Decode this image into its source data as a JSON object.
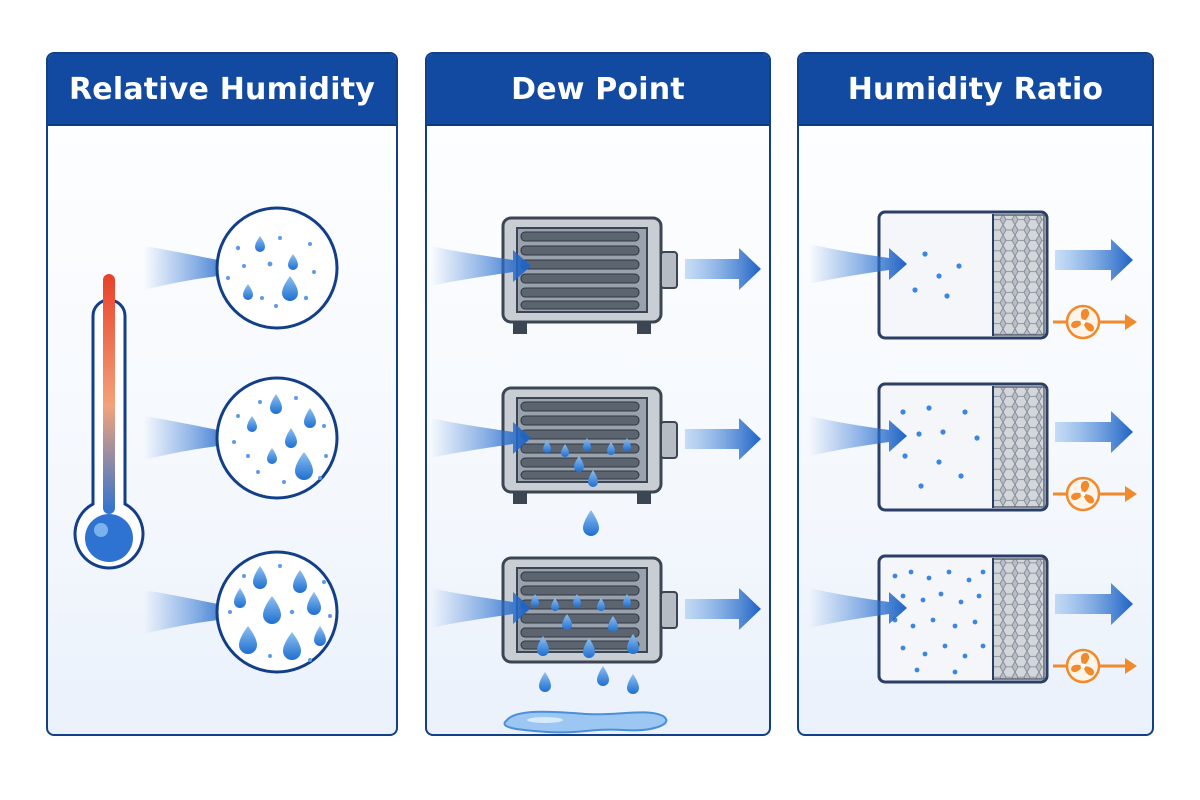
{
  "panels": [
    {
      "id": "relative-humidity",
      "title": "Relative Humidity"
    },
    {
      "id": "dew-point",
      "title": "Dew Point"
    },
    {
      "id": "humidity-ratio",
      "title": "Humidity Ratio"
    }
  ],
  "colors": {
    "header": "#114aa0",
    "border": "#123f87",
    "air_flow": "#2e73d1",
    "water_drop": "#3b86e0",
    "heat": "#e8562a",
    "fan": "#f08a2c",
    "coil": "#5c6470"
  },
  "icons": [
    "thermometer-icon",
    "air-flow-icon",
    "water-droplet-icon",
    "cooling-coil-icon",
    "desiccant-filter-icon",
    "fan-icon"
  ]
}
